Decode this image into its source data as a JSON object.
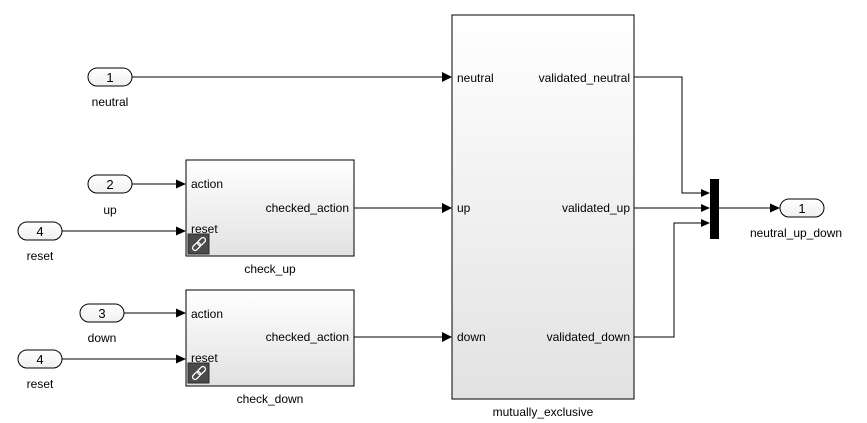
{
  "diagram": {
    "inports": [
      {
        "number": "1",
        "name": "neutral"
      },
      {
        "number": "2",
        "name": "up"
      },
      {
        "number": "4",
        "name": "reset"
      },
      {
        "number": "3",
        "name": "down"
      },
      {
        "number": "4",
        "name": "reset"
      }
    ],
    "check_up": {
      "name": "check_up",
      "in_ports": [
        "action",
        "reset"
      ],
      "out_port": "checked_action"
    },
    "check_down": {
      "name": "check_down",
      "in_ports": [
        "action",
        "reset"
      ],
      "out_port": "checked_action"
    },
    "mutually_exclusive": {
      "name": "mutually_exclusive",
      "in_ports": [
        "neutral",
        "up",
        "down"
      ],
      "out_ports": [
        "validated_neutral",
        "validated_up",
        "validated_down"
      ]
    },
    "outport": {
      "number": "1",
      "name": "neutral_up_down"
    },
    "colors": {
      "block_fill_top": "#ffffff",
      "block_fill_bottom": "#e2e2e2",
      "link_badge": "#4a4a4a"
    },
    "icons": [
      "library-link-icon"
    ]
  }
}
